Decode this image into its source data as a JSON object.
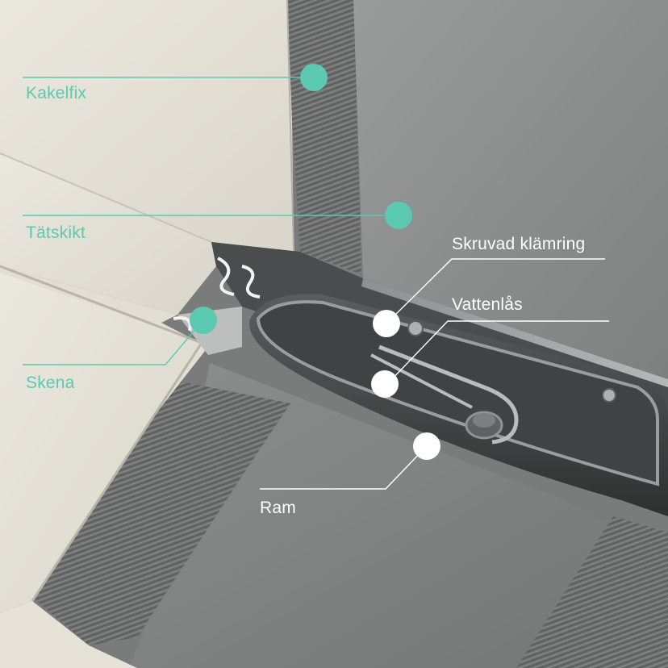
{
  "colors": {
    "accent_teal": "#5cc9b0",
    "marker_white": "#ffffff",
    "tile_light": "#e6e2d8",
    "membrane_grey": "#8a8c8c",
    "mortar_grey": "#6a6c6c",
    "metal_dark": "#3f4242"
  },
  "callouts": {
    "kakelfix": {
      "label": "Kakelfix",
      "marker": "teal-dot"
    },
    "tatskikt": {
      "label": "Tätskikt",
      "marker": "teal-dot"
    },
    "skena": {
      "label": "Skena",
      "marker": "teal-dot"
    },
    "skruvad_klamring": {
      "label": "Skruvad klämring",
      "marker": "white-dot"
    },
    "vattenlas": {
      "label": "Vattenlås",
      "marker": "white-dot"
    },
    "ram": {
      "label": "Ram",
      "marker": "white-dot"
    }
  }
}
